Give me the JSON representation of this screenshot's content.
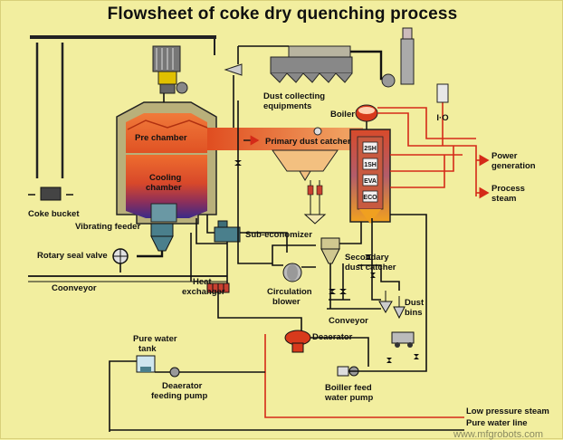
{
  "title": "Flowsheet of coke dry quenching process",
  "labels": {
    "dust_collecting": "Dust collecting",
    "equipments": "equipments",
    "boiler": "Boiler",
    "pre_chamber": "Pre chamber",
    "primary_dust_catcher": "Primary dust catcher",
    "cooling": "Cooling",
    "chamber": "chamber",
    "power": "Power",
    "generation": "generation",
    "process": "Process",
    "steam": "steam",
    "coke_bucket": "Coke bucket",
    "vibrating_feeder": "Vibrating feeder",
    "sub_economizer": "Sub-economizer",
    "rotary_seal_valve": "Rotary seal valve",
    "secondary": "Secondary",
    "dust_catcher": "dust catcher",
    "conveyor_left": "Coonveyor",
    "heat": "Heat",
    "exchanger": "exchanger",
    "circulation": "Circulation",
    "blower": "blower",
    "dust": "Dust",
    "bins": "bins",
    "conveyor_right": "Conveyor",
    "pure_water": "Pure water",
    "tank": "tank",
    "deaerator": "Deaerator",
    "deaerator_feeding": "Deaerator",
    "feeding_pump": "feeding pump",
    "boiler_feed": "Boiller feed",
    "water_pump": "water pump",
    "low_pressure_steam": "Low pressure steam",
    "pure_water_line": "Pure water line",
    "watermark": "www.mfgrobots.com"
  },
  "boiler_sections": [
    "2SH",
    "1SH",
    "EVA",
    "ECO"
  ],
  "colors": {
    "background": "#f2ee9f",
    "lines": "#111111",
    "hot_gas": "#d42a18",
    "chamber_hot": "#e8552a",
    "chamber_cool": "#4a2a8a",
    "equipment": "#4a7f8c"
  }
}
